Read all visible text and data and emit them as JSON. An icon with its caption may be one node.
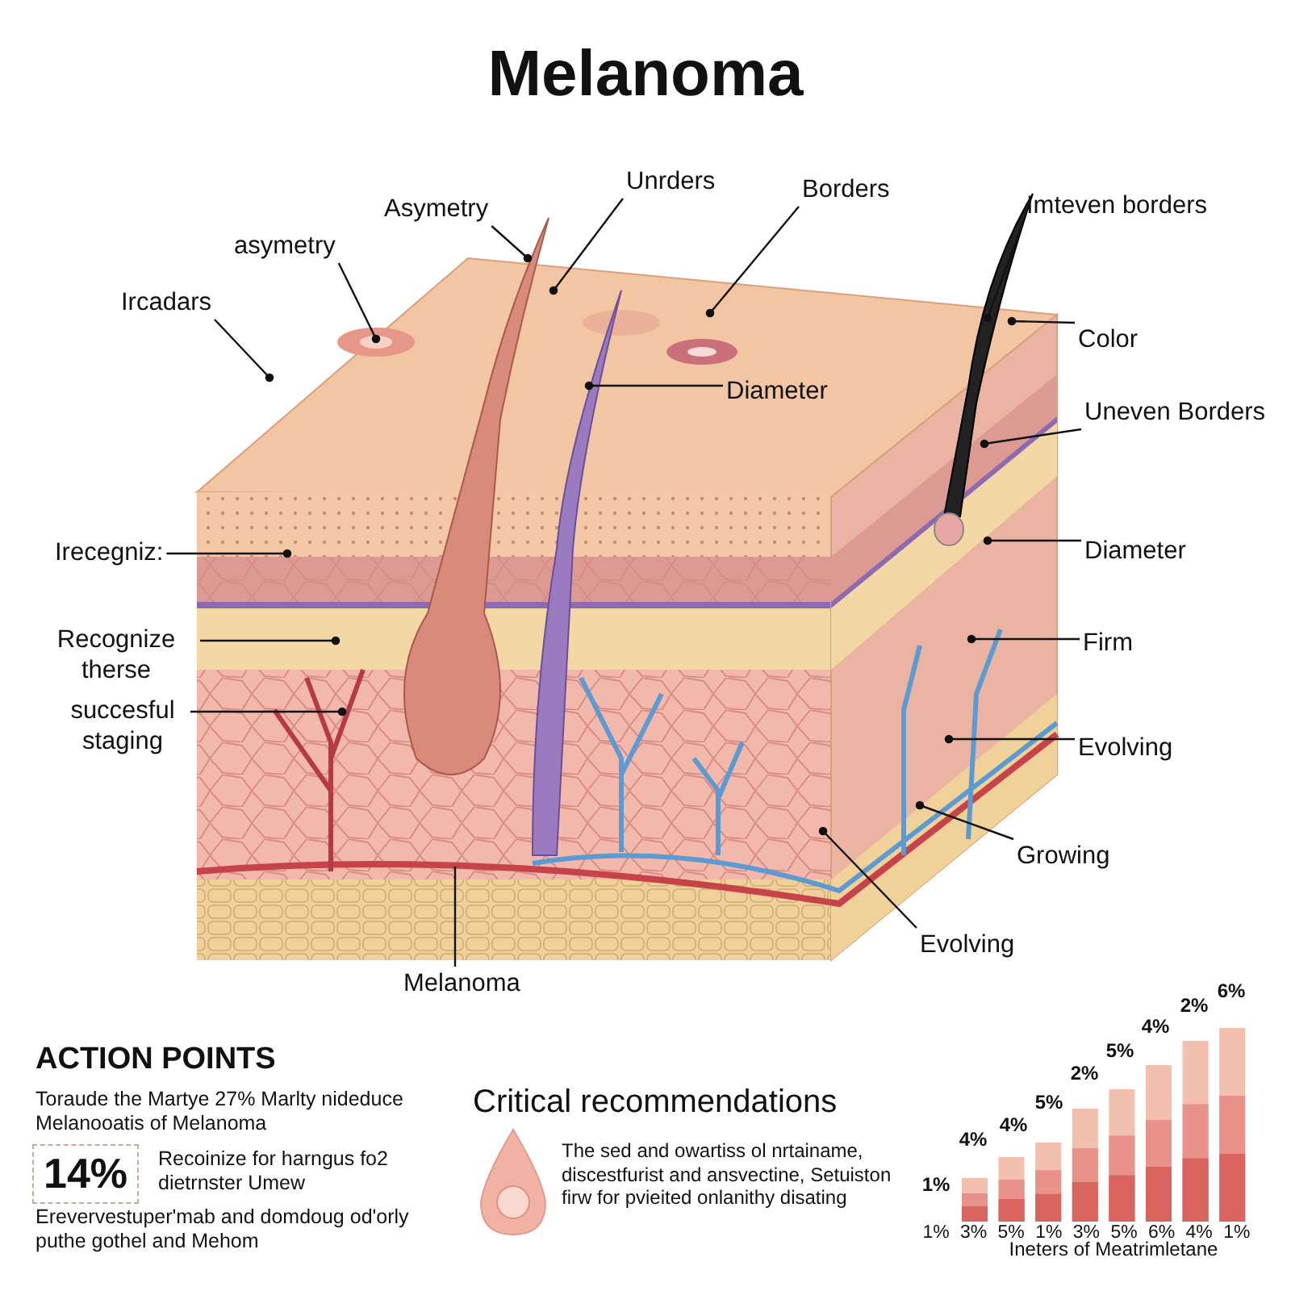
{
  "diagram": {
    "title": "Melanoma",
    "nodes": [
      {
        "text": [
          "Unrders"
        ]
      },
      {
        "text": [
          "Borders"
        ]
      },
      {
        "text": [
          "Asymetry"
        ]
      },
      {
        "text": [
          "Imteven borders"
        ]
      },
      {
        "text": [
          "asymetry"
        ]
      },
      {
        "text": [
          "Ircadars"
        ]
      },
      {
        "text": [
          "Color"
        ]
      },
      {
        "text": [
          "Diameter"
        ]
      },
      {
        "text": [
          "Uneven Borders"
        ]
      },
      {
        "text": [
          "Irecegniz:"
        ]
      },
      {
        "text": [
          "Diameter"
        ]
      },
      {
        "text": [
          "Recognize therse"
        ]
      },
      {
        "text": [
          "Firm"
        ]
      },
      {
        "text": [
          "succesful staging"
        ]
      },
      {
        "text": [
          "Evolving"
        ]
      },
      {
        "text": [
          "Growing"
        ]
      },
      {
        "text": [
          "Evolving"
        ]
      },
      {
        "text": [
          "Melanoma"
        ]
      }
    ],
    "edges": [
      {
        "from": 0,
        "to": null,
        "arrow": "other"
      },
      {
        "from": 1,
        "to": null,
        "arrow": "other"
      },
      {
        "from": 2,
        "to": null,
        "arrow": "other"
      },
      {
        "from": 3,
        "to": null,
        "arrow": "other"
      },
      {
        "from": 4,
        "to": null,
        "arrow": "other"
      },
      {
        "from": 5,
        "to": null,
        "arrow": "other"
      },
      {
        "from": 6,
        "to": null,
        "arrow": "other"
      },
      {
        "from": 7,
        "to": null,
        "arrow": "other"
      },
      {
        "from": 8,
        "to": null,
        "arrow": "other"
      },
      {
        "from": 9,
        "to": null,
        "arrow": "other"
      },
      {
        "from": 10,
        "to": null,
        "arrow": "other"
      },
      {
        "from": 11,
        "to": null,
        "arrow": "other"
      },
      {
        "from": 12,
        "to": null,
        "arrow": "other"
      },
      {
        "from": 13,
        "to": null,
        "arrow": "other"
      },
      {
        "from": 14,
        "to": null,
        "arrow": "other"
      },
      {
        "from": 15,
        "to": null,
        "arrow": "other"
      },
      {
        "from": 16,
        "to": null,
        "arrow": "other"
      },
      {
        "from": 17,
        "to": null,
        "arrow": "none"
      }
    ],
    "labels": [
      "ACTION POINTS",
      "Toraude the Martye 27% Marlty nideduce Melanooatis of Melanoma",
      "14%",
      "Recoinize for harngus fo2 dietrnster Umew",
      "Erevervestuper'mab and domdoug od'orly puthe gothel and Mehom",
      "Critical recommendations",
      "The sed and owartiss ol nrtainame, discestfurist and ansvectine, Setuiston firw for pvieited onlanithy disating",
      "1%",
      "4%",
      "4%",
      "5%",
      "2%",
      "5%",
      "4%",
      "2%",
      "6%",
      "1%",
      "3%",
      "5%",
      "1%",
      "3%",
      "5%",
      "6%",
      "4%",
      "1%",
      "Ineters of Meatrimletane"
    ]
  }
}
